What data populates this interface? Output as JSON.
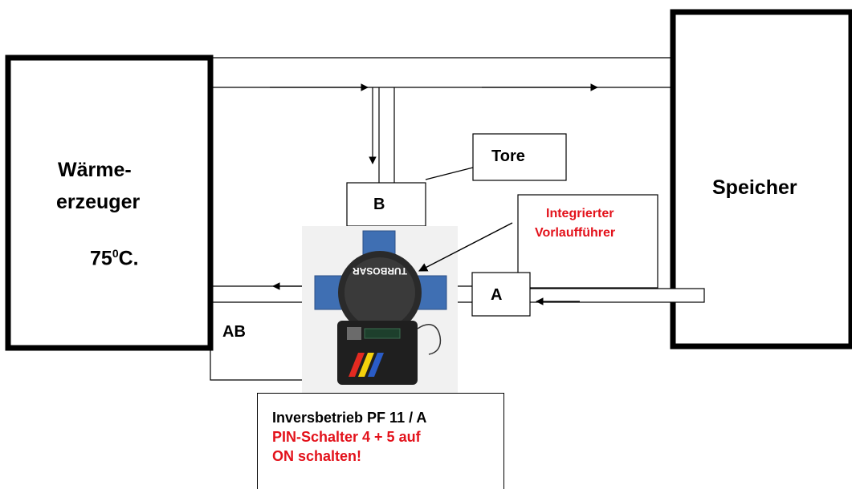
{
  "heat_generator": {
    "label_line1": "Wärme-",
    "label_line2": "erzeuger",
    "temperature_value": "75",
    "temperature_sup": "0",
    "temperature_unit": "C."
  },
  "storage": {
    "label": "Speicher"
  },
  "port_b": {
    "label": "B"
  },
  "port_a": {
    "label": "A"
  },
  "port_ab": {
    "label": "AB"
  },
  "tore": {
    "label": "Tore"
  },
  "sensor_annotation": {
    "line1": "Integrierter",
    "line2": "Vorlaufführer"
  },
  "note": {
    "line1": "Inversbetrieb PF 11 / A",
    "line2": "PIN-Schalter 4 + 5 auf",
    "line3": "ON schalten!"
  },
  "device": {
    "brand_text": "TURBOSAR"
  },
  "colors": {
    "accent_red": "#e3121b",
    "valve_blue": "#3f6fb3",
    "outline": "#000000"
  }
}
